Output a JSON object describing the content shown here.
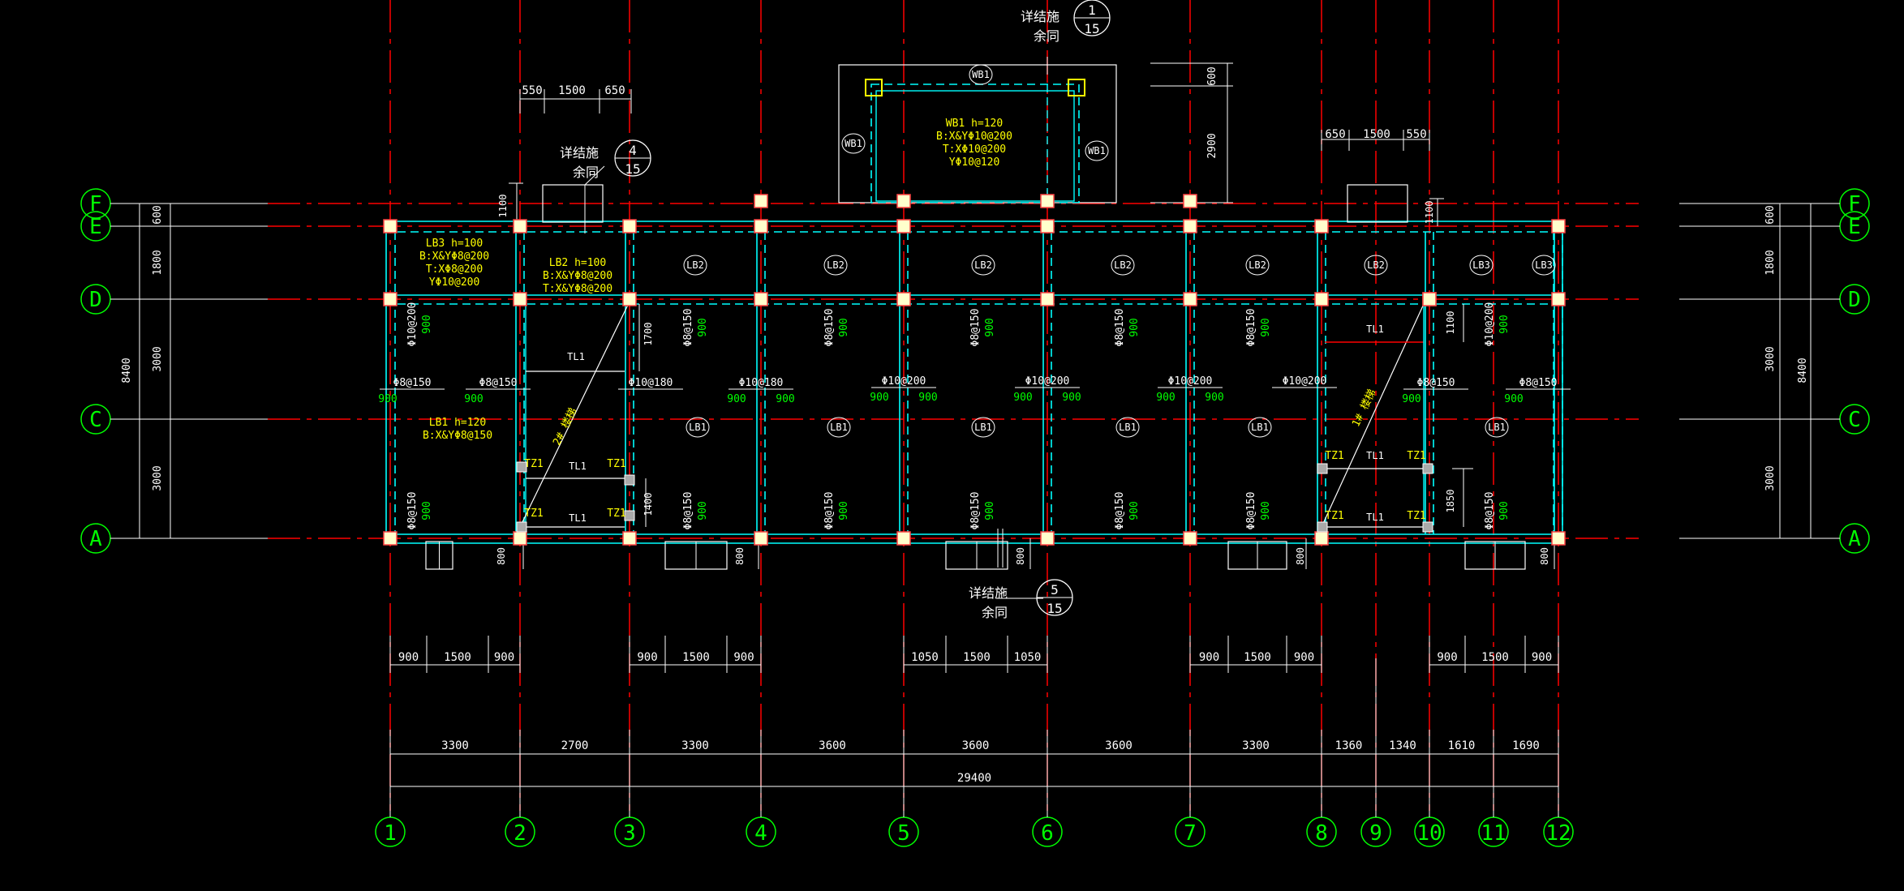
{
  "grid": {
    "vertical": [
      "1",
      "2",
      "3",
      "4",
      "5",
      "6",
      "7",
      "8",
      "9",
      "10",
      "11",
      "12"
    ],
    "horizontal": [
      "F",
      "E",
      "D",
      "C",
      "A"
    ]
  },
  "dims_left": {
    "s1": "600",
    "s2": "1800",
    "s3": "3000",
    "s4": "3000",
    "total": "8400"
  },
  "dims_right": {
    "s1": "600",
    "s2": "1800",
    "s3": "3000",
    "s4": "3000",
    "total": "8400"
  },
  "dims_bottom_spans": [
    "3300",
    "2700",
    "3300",
    "3600",
    "3600",
    "3600",
    "3300",
    "1360",
    "1340",
    "1610",
    "1690"
  ],
  "dims_bottom_total": "29400",
  "dims_bottom_openings": [
    [
      "900",
      "1500",
      "900"
    ],
    [
      "900",
      "1500",
      "900"
    ],
    [
      "1050",
      "1500",
      "1050"
    ],
    [
      "900",
      "1500",
      "900"
    ],
    [
      "900",
      "1500",
      "900"
    ]
  ],
  "dims_top": {
    "left_a": "550",
    "left_b": "1500",
    "left_c": "650",
    "right_a": "650",
    "right_b": "1500",
    "right_c": "550",
    "roof_600": "600",
    "roof_2900": "2900"
  },
  "small_dims": {
    "d1100a": "1100",
    "d1100b": "1100",
    "d1700": "1700",
    "d1400": "1400",
    "d1100c": "1100",
    "d1850": "1850",
    "d800": "800"
  },
  "callouts": [
    {
      "t1": "详结施",
      "t2": "余同",
      "n1": "1",
      "n2": "15"
    },
    {
      "t1": "详结施",
      "t2": "余同",
      "n1": "4",
      "n2": "15"
    },
    {
      "t1": "详结施",
      "t2": "余同",
      "n1": "5",
      "n2": "15"
    }
  ],
  "slab_notes": {
    "wb1": [
      "WB1 h=120",
      "B:X&YΦ10@200",
      "T:XΦ10@200",
      "YΦ10@120"
    ],
    "lb3": [
      "LB3 h=100",
      "B:X&YΦ8@200",
      "T:XΦ8@200",
      "YΦ10@200"
    ],
    "lb2": [
      "LB2 h=100",
      "B:X&YΦ8@200",
      "T:X&YΦ8@200"
    ],
    "lb1": [
      "LB1 h=120",
      "B:X&YΦ8@150"
    ]
  },
  "tags": {
    "wb1": "WB1",
    "lb1": "LB1",
    "lb2": "LB2",
    "lb3": "LB3",
    "tl1": "TL1",
    "tz1": "TZ1",
    "stair1": "1# 楼梯",
    "stair2": "2# 楼梯"
  },
  "rebar": {
    "r10_200": "Φ10@200",
    "r8_150": "Φ8@150",
    "r10_180": "Φ10@180",
    "r900": "900"
  },
  "colors": {
    "axis": "#ff0000",
    "grid_bubble": "#00ff00",
    "beam": "#00ffff",
    "column": "#ffff99",
    "text": "#ffffff",
    "note": "#ffff00"
  }
}
